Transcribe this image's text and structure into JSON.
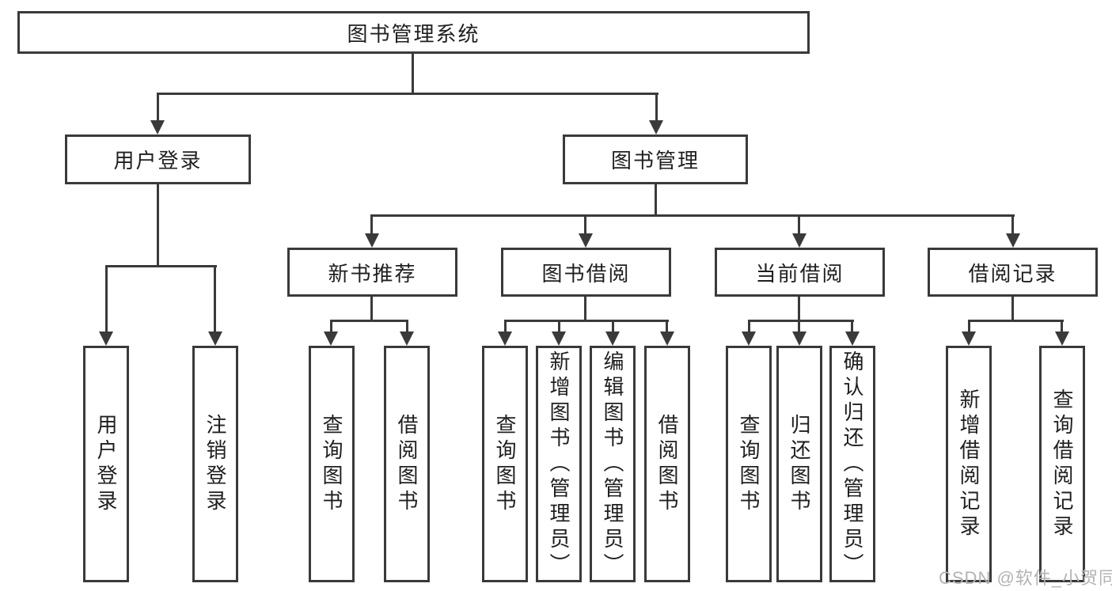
{
  "diagram": {
    "root": {
      "label": "图书管理系统"
    },
    "level2": [
      {
        "label": "用户登录"
      },
      {
        "label": "图书管理"
      }
    ],
    "level3": [
      {
        "label": "新书推荐",
        "parent": "图书管理"
      },
      {
        "label": "图书借阅",
        "parent": "图书管理"
      },
      {
        "label": "当前借阅",
        "parent": "图书管理"
      },
      {
        "label": "借阅记录",
        "parent": "图书管理"
      }
    ],
    "leaves": [
      {
        "label": "用户登录",
        "parent": "用户登录"
      },
      {
        "label": "注销登录",
        "parent": "用户登录"
      },
      {
        "label": "查询图书",
        "parent": "新书推荐"
      },
      {
        "label": "借阅图书",
        "parent": "新书推荐"
      },
      {
        "label": "查询图书",
        "parent": "图书借阅"
      },
      {
        "label": "新增图书（管理员）",
        "parent": "图书借阅"
      },
      {
        "label": "编辑图书（管理员）",
        "parent": "图书借阅"
      },
      {
        "label": "借阅图书",
        "parent": "图书借阅"
      },
      {
        "label": "查询图书",
        "parent": "当前借阅"
      },
      {
        "label": "归还图书",
        "parent": "当前借阅"
      },
      {
        "label": "确认归还（管理员）",
        "parent": "当前借阅"
      },
      {
        "label": "新增借阅记录",
        "parent": "借阅记录"
      },
      {
        "label": "查询借阅记录",
        "parent": "借阅记录"
      }
    ]
  },
  "watermark": {
    "text": "CSDN @软件_小贺同学",
    "color": "#b3b3b3"
  },
  "colors": {
    "line": "#3a3a3a",
    "text": "#1f1f1f",
    "background": "#ffffff"
  }
}
